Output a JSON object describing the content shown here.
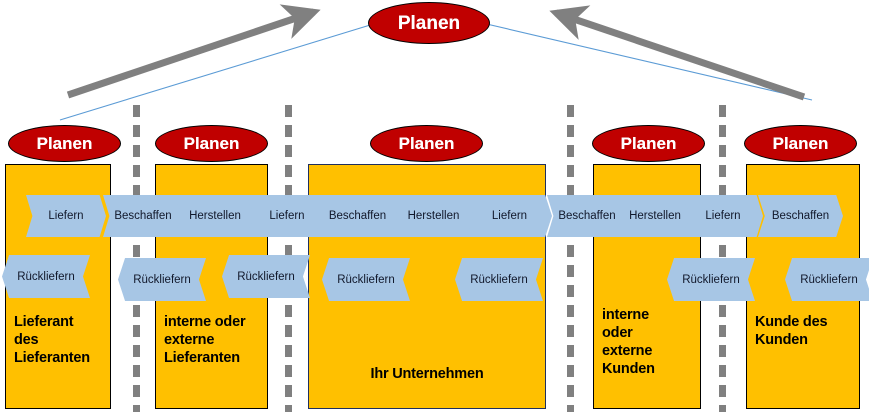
{
  "diagram": {
    "title_ellipse": {
      "label": "Planen"
    },
    "accent_colors": {
      "plan_ellipse": "#C00000",
      "company_box": "#FFC000",
      "process_chevron": "#A7C6E5",
      "arrow_gray": "#808080",
      "link_blue": "#5B9BD5",
      "divider_gray": "#808080",
      "text_dark": "#000000"
    },
    "top_plan": {
      "label": "Planen"
    },
    "arrows": [
      {
        "name": "arrow-left-up",
        "label": ""
      },
      {
        "name": "arrow-right-up",
        "label": ""
      }
    ],
    "columns": [
      {
        "id": "lieferant-des-lieferanten",
        "plan_label": "Planen",
        "company_label": "Lieferant\ndes\nLieferanten",
        "company_label_lines": [
          "Lieferant",
          "des",
          "Lieferanten"
        ],
        "label_align": "left",
        "processes": [
          "Liefern"
        ],
        "return_processes": [
          "Rückliefern"
        ]
      },
      {
        "id": "interne-oder-externe-lieferanten",
        "plan_label": "Planen",
        "company_label_lines": [
          "interne oder",
          "externe",
          "Lieferanten"
        ],
        "label_align": "left",
        "processes": [
          "Beschaffen",
          "Herstellen",
          "Liefern"
        ],
        "return_processes": [
          "Rückliefern",
          "Rückliefern"
        ]
      },
      {
        "id": "ihr-unternehmen",
        "plan_label": "Planen",
        "company_label_lines": [
          "Ihr Unternehmen"
        ],
        "label_align": "center",
        "processes": [
          "Beschaffen",
          "Herstellen",
          "Liefern"
        ],
        "return_processes": [
          "Rückliefern",
          "Rückliefern"
        ]
      },
      {
        "id": "interne-oder-externe-kunden",
        "plan_label": "Planen",
        "company_label_lines": [
          "interne",
          "oder",
          "externe",
          "Kunden"
        ],
        "label_align": "left",
        "processes": [
          "Beschaffen",
          "Herstellen",
          "Liefern"
        ],
        "return_processes": [
          "Rückliefern"
        ]
      },
      {
        "id": "kunde-des-kunden",
        "plan_label": "Planen",
        "company_label_lines": [
          "Kunde des",
          "Kunden"
        ],
        "label_align": "left",
        "processes": [
          "Beschaffen"
        ],
        "return_processes": [
          "Rückliefern"
        ]
      }
    ],
    "process_chevrons": [
      {
        "label": "Liefern",
        "col": 0
      },
      {
        "label": "Beschaffen",
        "col": 1
      },
      {
        "label": "Herstellen",
        "col": 1
      },
      {
        "label": "Liefern",
        "col": 1
      },
      {
        "label": "Beschaffen",
        "col": 2
      },
      {
        "label": "Herstellen",
        "col": 2
      },
      {
        "label": "Liefern",
        "col": 2
      },
      {
        "label": "Beschaffen",
        "col": 3
      },
      {
        "label": "Herstellen",
        "col": 3
      },
      {
        "label": "Liefern",
        "col": 3
      },
      {
        "label": "Beschaffen",
        "col": 4
      }
    ],
    "return_chevrons": [
      {
        "label": "Rückliefern",
        "col": 0
      },
      {
        "label": "Rückliefern",
        "col": 1
      },
      {
        "label": "Rückliefern",
        "col": 1
      },
      {
        "label": "Rückliefern",
        "col": 2
      },
      {
        "label": "Rückliefern",
        "col": 2
      },
      {
        "label": "Rückliefern",
        "col": 3
      },
      {
        "label": "Rückliefern",
        "col": 4
      }
    ]
  }
}
